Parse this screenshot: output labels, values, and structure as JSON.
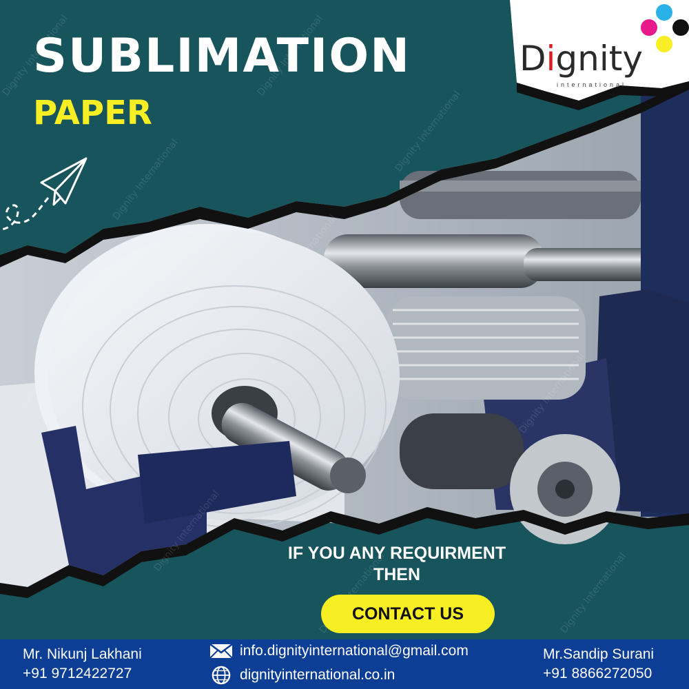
{
  "headline": {
    "main": "SUBLIMATION",
    "sub": "PAPER"
  },
  "brand": {
    "name_prefix": "D",
    "name_red": "i",
    "name_suffix": "gnity",
    "tagline": "international",
    "dot_colors": [
      "#2ab1e8",
      "#e8198a",
      "#f7ee23",
      "#111111"
    ]
  },
  "colors": {
    "background": "#17545c",
    "accent_yellow": "#f7ee23",
    "footer": "#0d3e96"
  },
  "watermark": "Dignity International",
  "requirement": {
    "line1": "IF YOU ANY REQUIRMENT",
    "line2": "THEN"
  },
  "cta": {
    "label": "CONTACT US"
  },
  "footer": {
    "left": {
      "name": "Mr. Nikunj Lakhani",
      "phone": "+91  9712422727"
    },
    "center": {
      "email": "info.dignityinternational@gmail.com",
      "email_icon": "envelope-icon",
      "website": "dignityinternational.co.in",
      "website_icon": "globe-icon"
    },
    "right": {
      "name": "Mr.Sandip Surani",
      "phone": "+91 8866272050"
    }
  }
}
